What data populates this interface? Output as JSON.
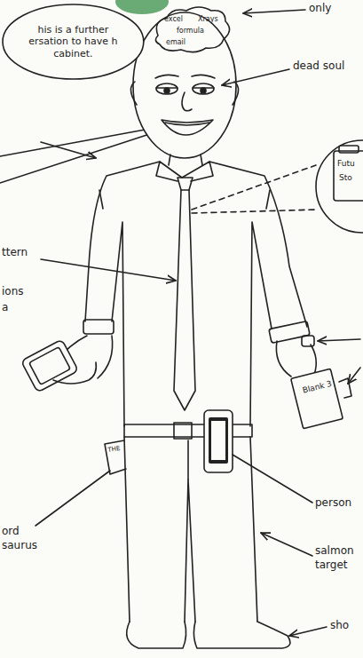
{
  "diagram": {
    "nodes": [
      {
        "text": [
          "his is a further ersation to have h cabinet."
        ]
      }
    ],
    "labels": [
      "only",
      "excel",
      "formula",
      "Xrays",
      "email",
      "dead soul",
      "ttern",
      "ions",
      "a",
      "Futu",
      "Sto",
      "Blank 3",
      "THE",
      "ord",
      "saurus",
      "person",
      "salmon",
      "target",
      "sho"
    ]
  }
}
